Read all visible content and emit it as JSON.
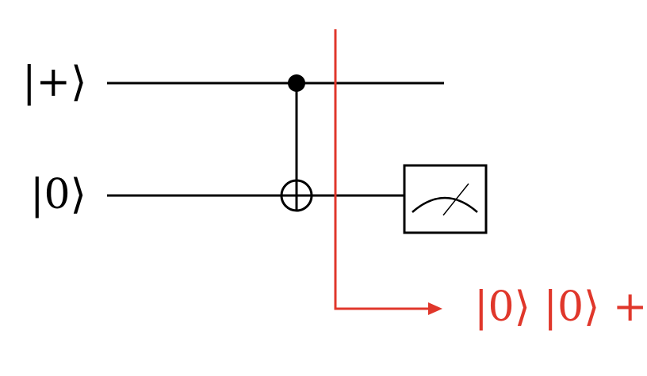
{
  "circuit": {
    "input_kets": [
      {
        "label": "|+⟩"
      },
      {
        "label": "|0⟩"
      }
    ],
    "gates": [
      {
        "type": "cnot",
        "control_qubit": 0,
        "target_qubit": 1
      },
      {
        "type": "measurement",
        "qubit": 1
      }
    ],
    "output": {
      "label": "|0⟩ |0⟩ +"
    }
  },
  "colors": {
    "wire": "#000000",
    "annotation": "#e0372b"
  }
}
